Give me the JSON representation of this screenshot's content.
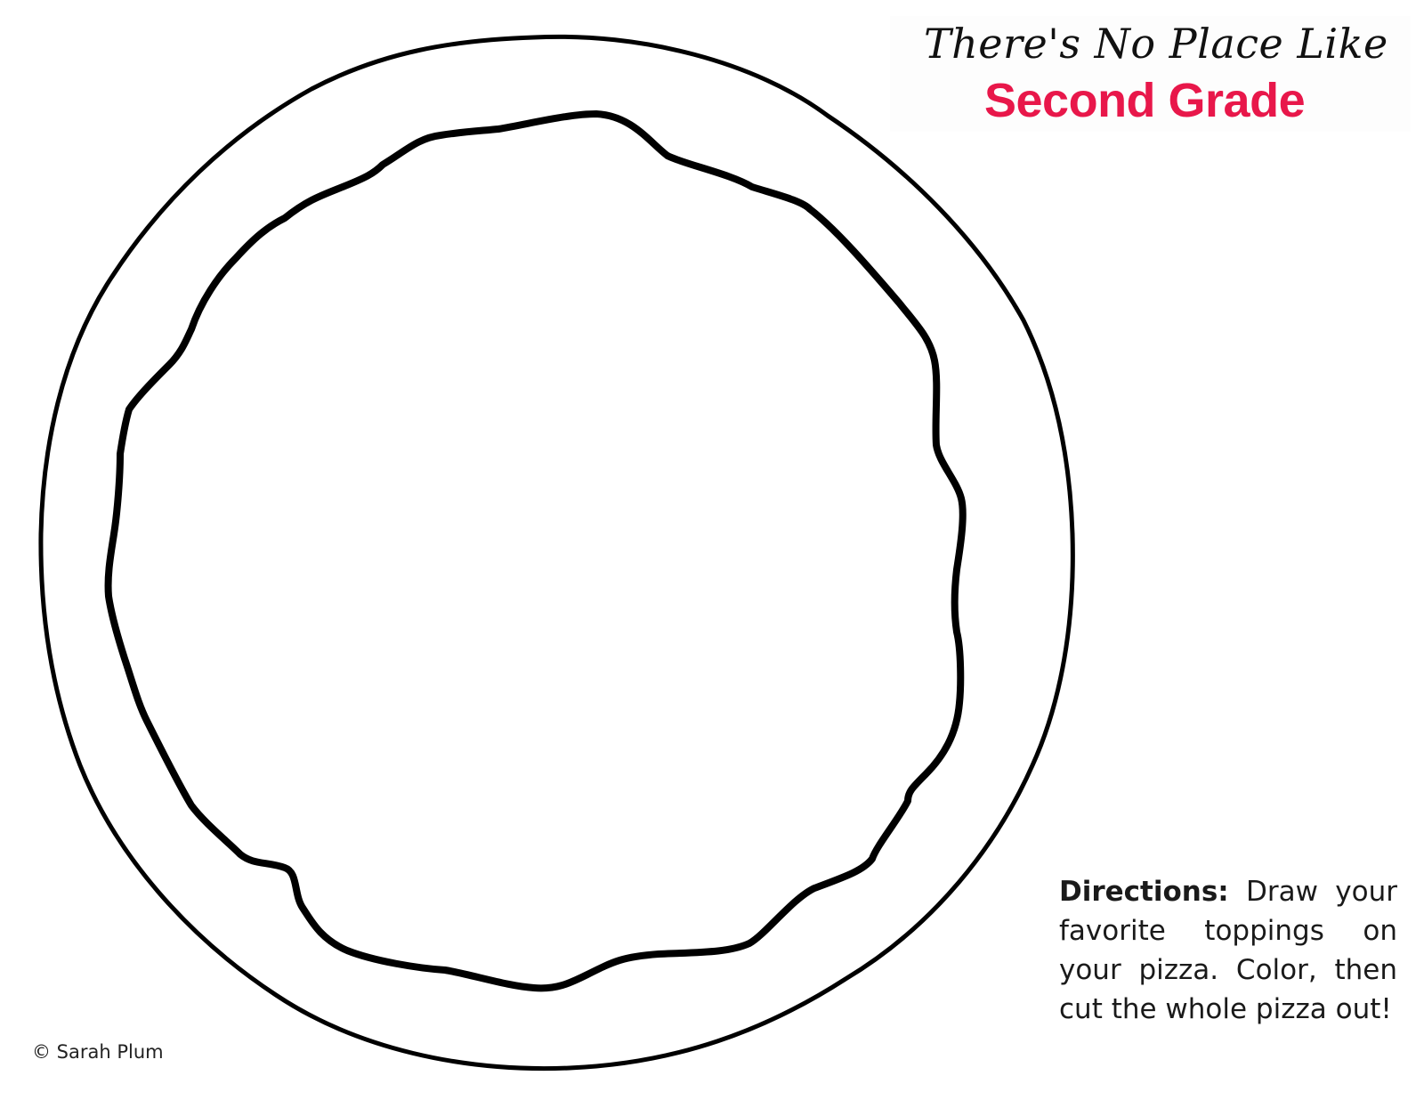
{
  "logo": {
    "line1": "There's No Place Like",
    "line2": "Second Grade",
    "line2_color": "#e8174a"
  },
  "directions": {
    "label": "Directions:",
    "text": "Draw your favorite toppings on your pizza. Color, then cut the whole pizza out!"
  },
  "copyright": "© Sarah Plum",
  "colors": {
    "outline": "#000000",
    "background": "#ffffff"
  }
}
